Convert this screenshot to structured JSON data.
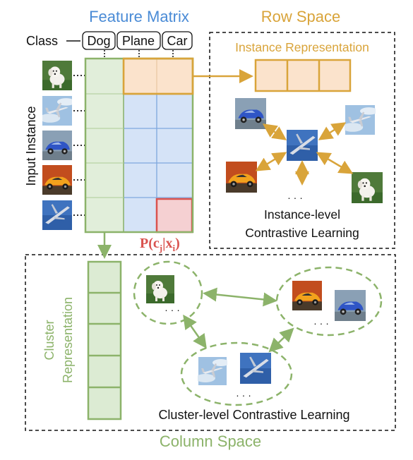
{
  "titles": {
    "feature_matrix": "Feature Matrix",
    "row_space": "Row Space",
    "column_space": "Column Space"
  },
  "class_row": {
    "prefix": "Class",
    "classes": [
      "Dog",
      "Plane",
      "Car"
    ]
  },
  "input_instance_label": "Input Instance",
  "instance_representation": "Instance Representation",
  "instance_contrastive": [
    "Instance-level",
    "Contrastive Learning"
  ],
  "cluster_representation": [
    "Cluster",
    "Representation"
  ],
  "cluster_contrastive": "Cluster-level Contrastive Learning",
  "ellipsis": "· · ·",
  "probability": {
    "main": "P(c",
    "sub_j": "j",
    "mid": "|x",
    "sub_i": "i",
    "end": ")"
  },
  "colors": {
    "blue_title": "#4a8bd6",
    "orange": "#d9a43a",
    "green": "#8cb36a",
    "red": "#d9534f",
    "blue_cell": "#d5e3f7",
    "green_cell": "#dcebd3",
    "orange_cell": "#fbe3cc"
  },
  "icons": {
    "dog": "dog-photo-icon",
    "plane": "plane-photo-icon",
    "car": "car-photo-icon"
  }
}
